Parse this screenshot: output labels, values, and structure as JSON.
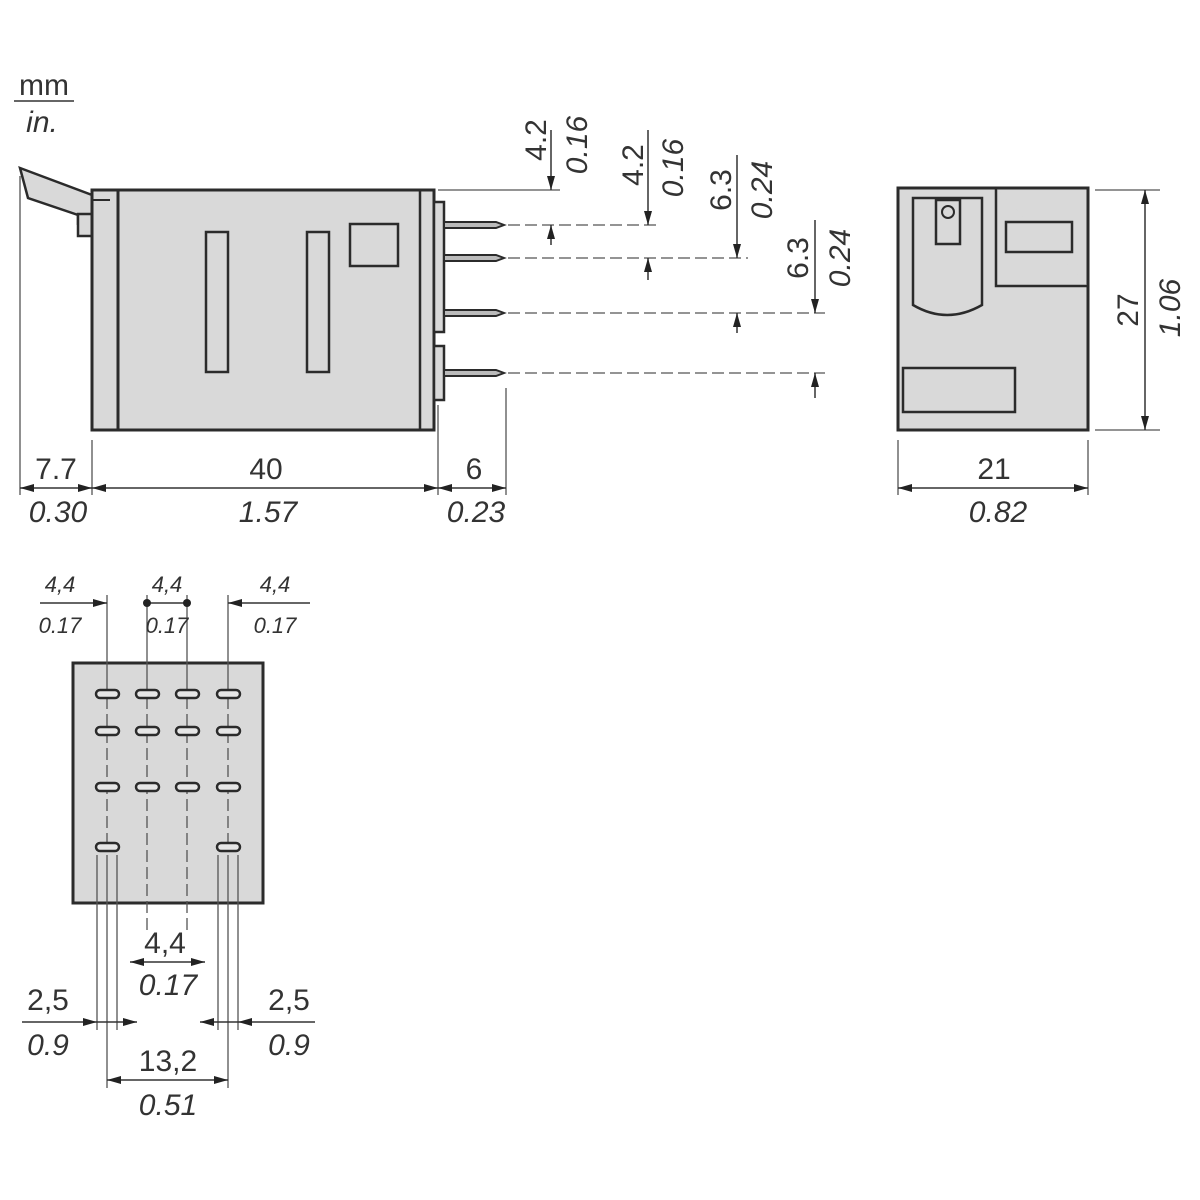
{
  "units": {
    "primary": "mm",
    "secondary": "in."
  },
  "side_view": {
    "pin_spacing": [
      {
        "mm": "4.2",
        "in": "0.16"
      },
      {
        "mm": "4.2",
        "in": "0.16"
      },
      {
        "mm": "6.3",
        "in": "0.24"
      },
      {
        "mm": "6.3",
        "in": "0.24"
      }
    ],
    "lever": {
      "mm": "7.7",
      "in": "0.30"
    },
    "length": {
      "mm": "40",
      "in": "1.57"
    },
    "pin_length": {
      "mm": "6",
      "in": "0.23"
    }
  },
  "end_view": {
    "height": {
      "mm": "27",
      "in": "1.06"
    },
    "width": {
      "mm": "21",
      "in": "0.82"
    }
  },
  "bottom_view": {
    "top_pitch": [
      {
        "mm": "4,4",
        "in": "0.17"
      },
      {
        "mm": "4,4",
        "in": "0.17"
      },
      {
        "mm": "4,4",
        "in": "0.17"
      }
    ],
    "center_pitch": {
      "mm": "4,4",
      "in": "0.17"
    },
    "pin_width_left": {
      "mm": "2,5",
      "in": "0.9"
    },
    "pin_width_right": {
      "mm": "2,5",
      "in": "0.9"
    },
    "outer_pitch": {
      "mm": "13,2",
      "in": "0.51"
    }
  }
}
